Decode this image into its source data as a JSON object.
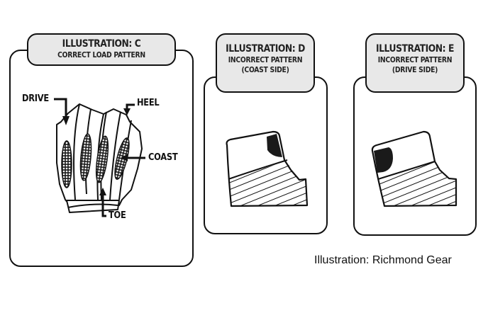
{
  "panels": [
    {
      "id": "C",
      "title": "ILLUSTRATION: C",
      "subtitle_lines": [
        "CORRECT LOAD PATTERN"
      ],
      "labels": {
        "drive": "DRIVE",
        "heel": "HEEL",
        "coast": "COAST",
        "toe": "TOE"
      }
    },
    {
      "id": "D",
      "title": "ILLUSTRATION: D",
      "subtitle_lines": [
        "INCORRECT PATTERN",
        "(COAST SIDE)"
      ]
    },
    {
      "id": "E",
      "title": "ILLUSTRATION: E",
      "subtitle_lines": [
        "INCORRECT PATTERN",
        "(DRIVE SIDE)"
      ]
    }
  ],
  "credit": "Illustration: Richmond Gear",
  "colors": {
    "tab_fill": "#e8e8e8",
    "stroke": "#111111",
    "contact_patch": "#1a1a1a"
  }
}
